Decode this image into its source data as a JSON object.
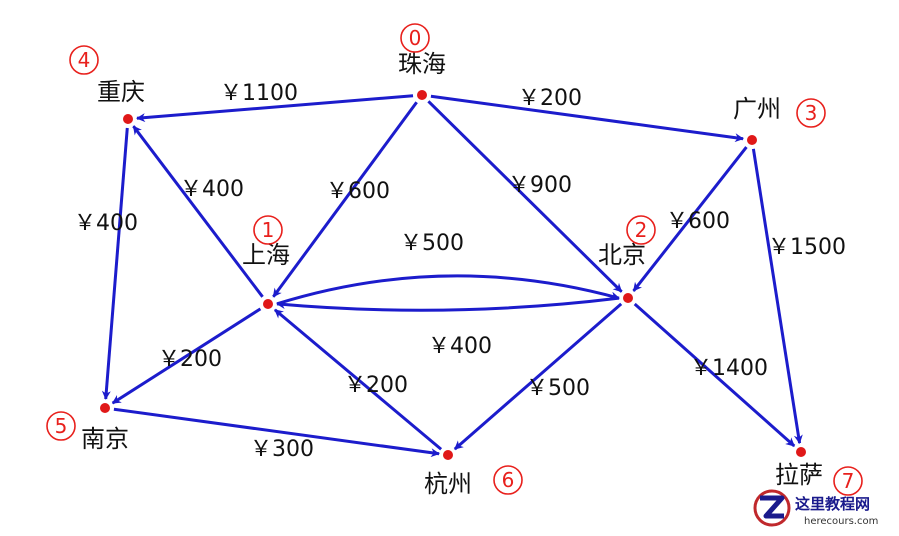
{
  "colors": {
    "edge": "#1c1ccc",
    "node": "#e01818",
    "index": "#e8201c",
    "text": "#111111"
  },
  "nodes": [
    {
      "id": "zhuhai",
      "index": "0",
      "name": "珠海"
    },
    {
      "id": "shanghai",
      "index": "1",
      "name": "上海"
    },
    {
      "id": "beijing",
      "index": "2",
      "name": "北京"
    },
    {
      "id": "guangzhou",
      "index": "3",
      "name": "广州"
    },
    {
      "id": "chongqing",
      "index": "4",
      "name": "重庆"
    },
    {
      "id": "nanjing",
      "index": "5",
      "name": "南京"
    },
    {
      "id": "hangzhou",
      "index": "6",
      "name": "杭州"
    },
    {
      "id": "lasa",
      "index": "7",
      "name": "拉萨"
    }
  ],
  "edges": [
    {
      "id": "zhuhai-chongqing",
      "from": "zhuhai",
      "to": "chongqing",
      "cost": "￥1100"
    },
    {
      "id": "zhuhai-guangzhou",
      "from": "zhuhai",
      "to": "guangzhou",
      "cost": "￥200"
    },
    {
      "id": "zhuhai-shanghai",
      "from": "zhuhai",
      "to": "shanghai",
      "cost": "￥600"
    },
    {
      "id": "zhuhai-beijing",
      "from": "zhuhai",
      "to": "beijing",
      "cost": "￥900"
    },
    {
      "id": "shanghai-chongqing",
      "from": "shanghai",
      "to": "chongqing",
      "cost": "￥400"
    },
    {
      "id": "chongqing-nanjing",
      "from": "chongqing",
      "to": "nanjing",
      "cost": "￥400"
    },
    {
      "id": "guangzhou-beijing",
      "from": "guangzhou",
      "to": "beijing",
      "cost": "￥600"
    },
    {
      "id": "guangzhou-lasa",
      "from": "guangzhou",
      "to": "lasa",
      "cost": "￥1500"
    },
    {
      "id": "shanghai-beijing",
      "from": "shanghai",
      "to": "beijing",
      "cost": "￥500"
    },
    {
      "id": "beijing-shanghai",
      "from": "beijing",
      "to": "shanghai",
      "cost": "￥400"
    },
    {
      "id": "shanghai-nanjing",
      "from": "shanghai",
      "to": "nanjing",
      "cost": "￥200"
    },
    {
      "id": "hangzhou-shanghai",
      "from": "hangzhou",
      "to": "shanghai",
      "cost": "￥200"
    },
    {
      "id": "nanjing-hangzhou",
      "from": "nanjing",
      "to": "hangzhou",
      "cost": "￥300"
    },
    {
      "id": "beijing-hangzhou",
      "from": "beijing",
      "to": "hangzhou",
      "cost": "￥500"
    },
    {
      "id": "beijing-lasa",
      "from": "beijing",
      "to": "lasa",
      "cost": "￥1400"
    }
  ],
  "watermark": {
    "cn": "这里教程网",
    "en": "herecours.com"
  }
}
